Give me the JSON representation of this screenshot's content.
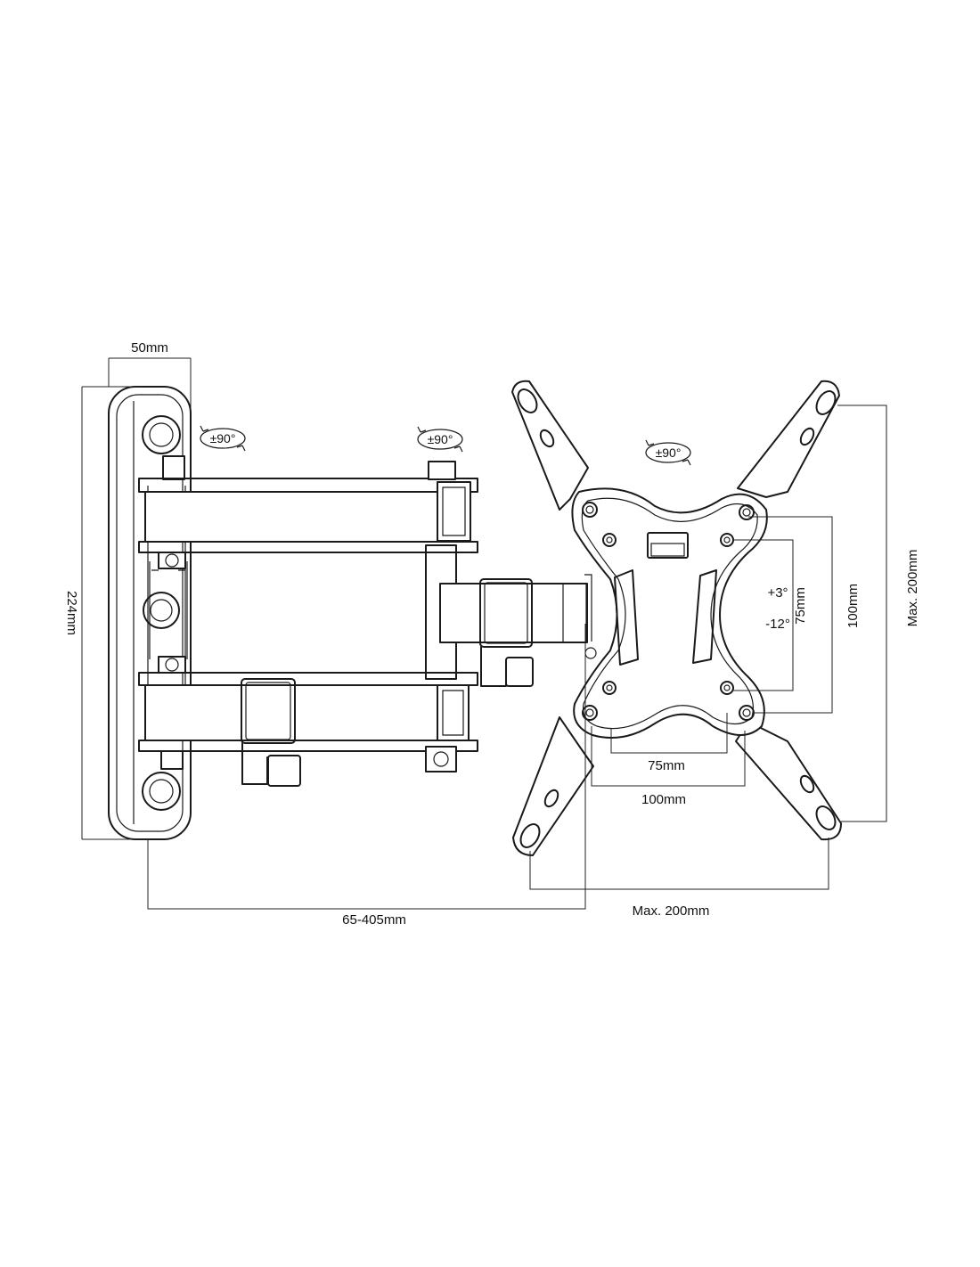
{
  "dimensions": {
    "wall_plate_depth": "50mm",
    "wall_plate_height": "224mm",
    "arm_extension": "65-405mm",
    "max_horizontal": "Max. 200mm",
    "max_vertical": "Max. 200mm",
    "vesa_75_horizontal": "75mm",
    "vesa_100_horizontal": "100mm",
    "vesa_75_vertical": "75mm",
    "vesa_100_vertical": "100mm"
  },
  "rotation": {
    "wall_swivel": "±90°",
    "arm_swivel": "±90°",
    "plate_rotation": "±90°"
  },
  "tilt": {
    "up": "+3°",
    "down": "-12°"
  }
}
